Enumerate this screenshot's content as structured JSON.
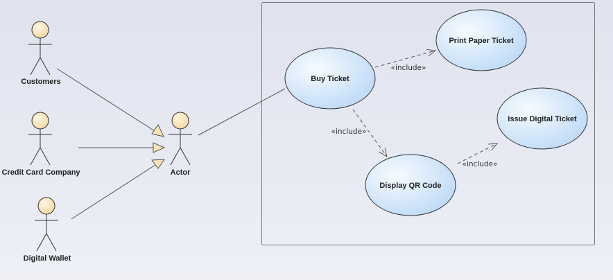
{
  "actors": {
    "customers": "Customers",
    "credit_card_company": "Credit Card Company",
    "digital_wallet": "Digital Wallet",
    "actor": "Actor"
  },
  "use_cases": {
    "buy_ticket": "Buy Ticket",
    "print_paper_ticket": "Print Paper Ticket",
    "issue_digital_ticket": "Issue Digital Ticket",
    "display_qr_code": "Display QR Code"
  },
  "relationships": {
    "include_print": "«include»",
    "include_qr": "«include»",
    "include_issue": "«include»"
  },
  "colors": {
    "actor_head_fill": "#fbe3b6",
    "usecase_fill_light": "#f4f9ff",
    "usecase_fill_dark": "#bcd9f7",
    "arrowhead_fill": "#fbe3b6"
  }
}
